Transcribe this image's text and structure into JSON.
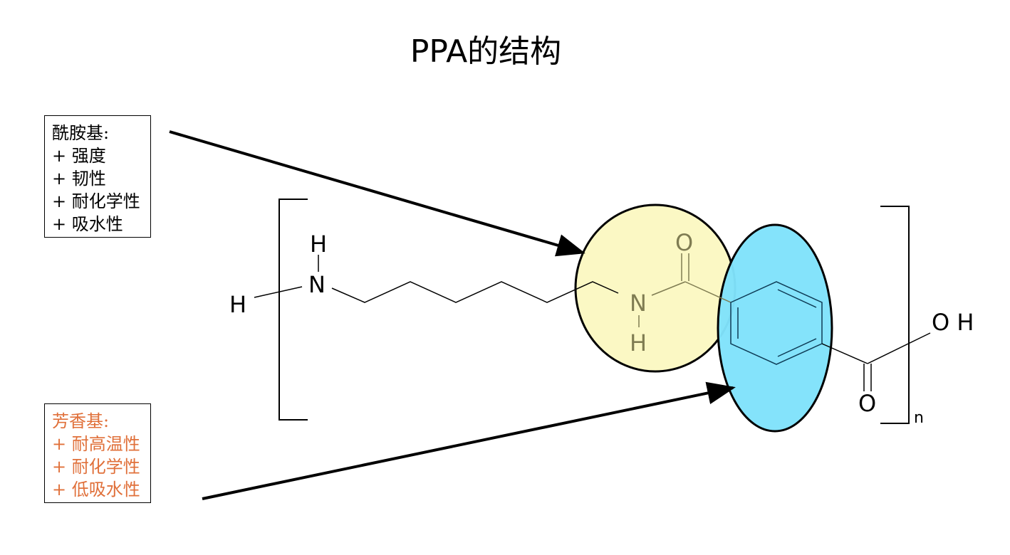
{
  "title": "PPA的结构",
  "annotations": {
    "amide": {
      "heading": "酰胺基:",
      "items": [
        "+ 强度",
        "+ 韧性",
        "+ 耐化学性",
        "+ 吸水性"
      ]
    },
    "aryl": {
      "heading": "芳香基:",
      "items": [
        "+ 耐高温性",
        "+ 耐化学性",
        "+ 低吸水性"
      ]
    }
  },
  "molecule": {
    "atoms": {
      "h_left": "H",
      "h_top": "H",
      "n_left": "N",
      "o_amide": "O",
      "n_amide": "N",
      "h_amide": "H",
      "oh": "O H",
      "o_acid": "O",
      "repeat": "n"
    }
  },
  "colors": {
    "amide_highlight": "#fbf8c4",
    "aryl_highlight": "#80e2fb",
    "aryl_text": "#e0703a",
    "dim_atom": "#7f7c52",
    "aryl_bond": "#0e3b55"
  }
}
